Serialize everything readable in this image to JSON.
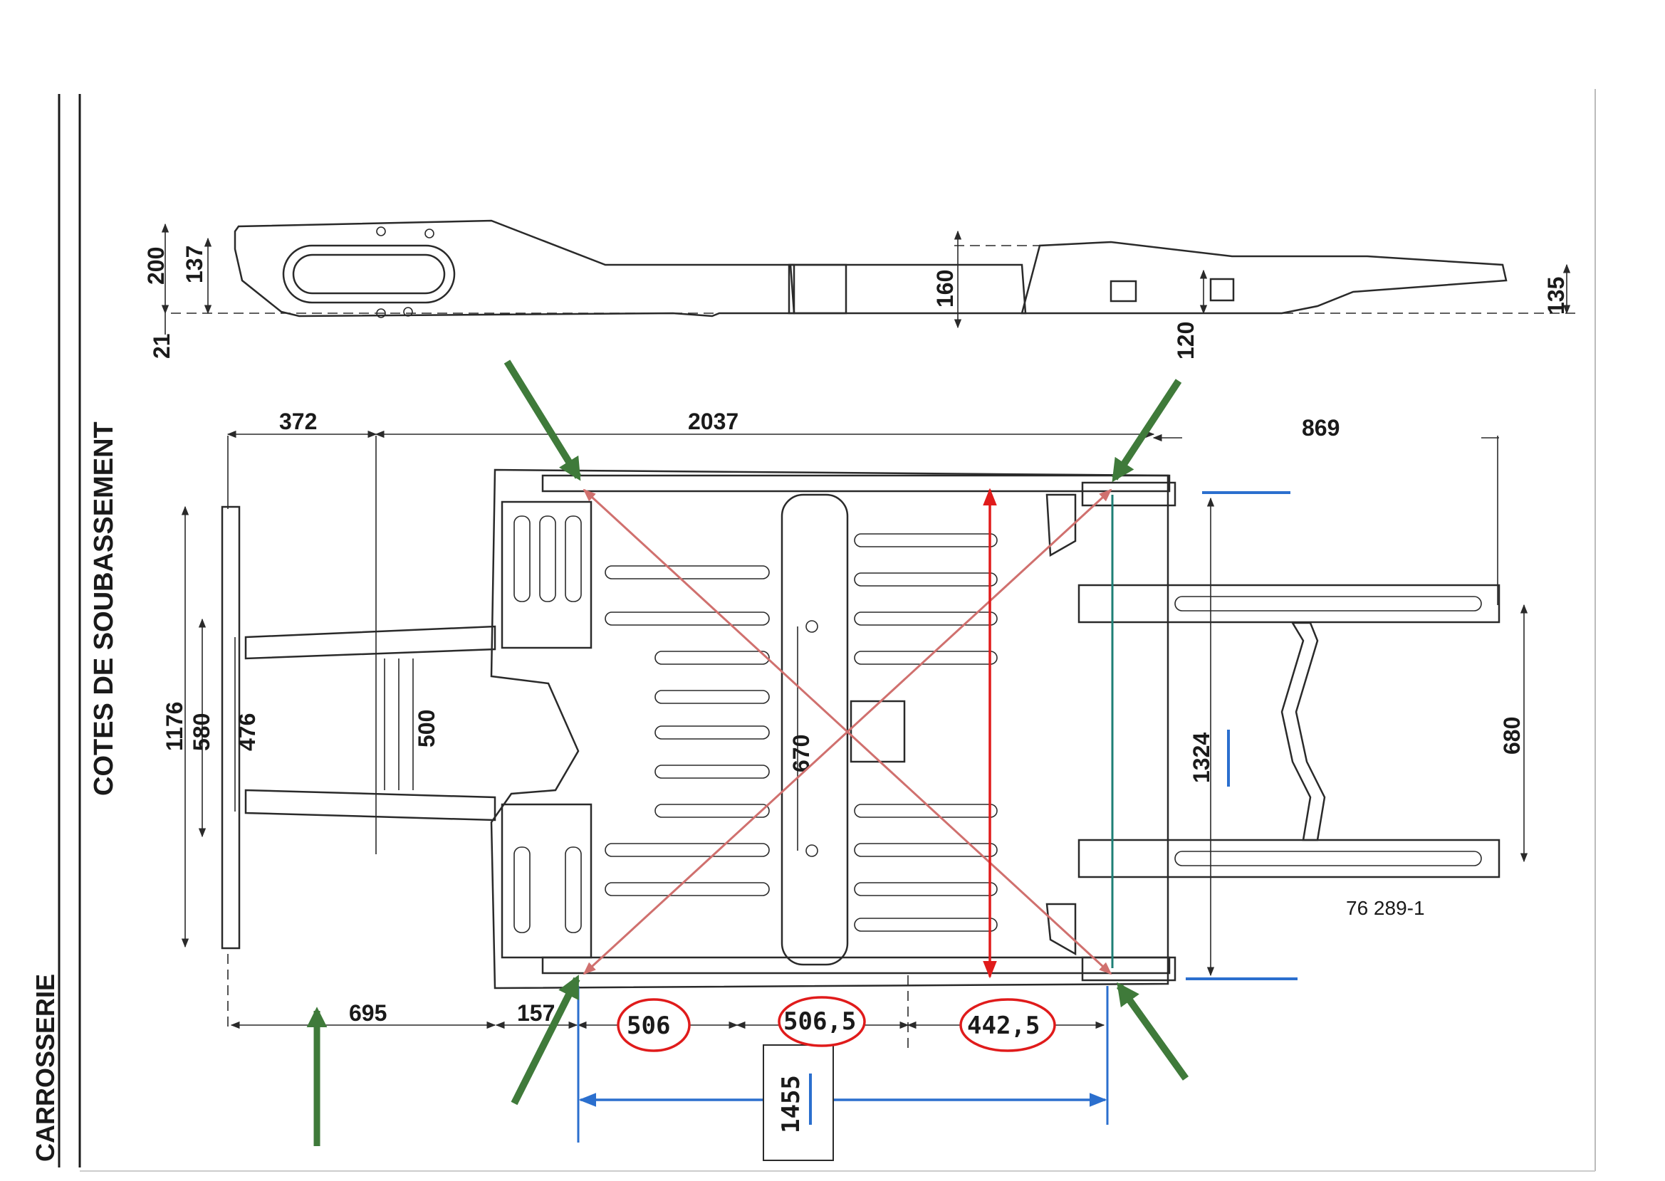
{
  "sidebar": {
    "section_label": "CARROSSERIE",
    "title": "COTES DE SOUBASSEMENT"
  },
  "side_view": {
    "dims": {
      "d200": "200",
      "d137": "137",
      "d21": "21",
      "d160": "160",
      "d120": "120",
      "d135": "135"
    }
  },
  "plan_view": {
    "dims": {
      "d372": "372",
      "d2037": "2037",
      "d869": "869",
      "d1176": "1176",
      "d580": "580",
      "d476": "476",
      "d500": "500",
      "d670": "670",
      "d1324": "1324",
      "d680": "680",
      "d695": "695",
      "d157": "157"
    },
    "reference": "76 289-1"
  },
  "annotations": {
    "circled": {
      "c506": "506",
      "c506_5": "506,5",
      "c442_5": "442,5"
    },
    "boxed": "1455",
    "colors": {
      "green_arrows": "#3f7a3a",
      "red": "#e01b1b",
      "pink_diagonal": "#d0706e",
      "blue": "#2b6fce",
      "teal_line": "#1e7f76"
    }
  }
}
